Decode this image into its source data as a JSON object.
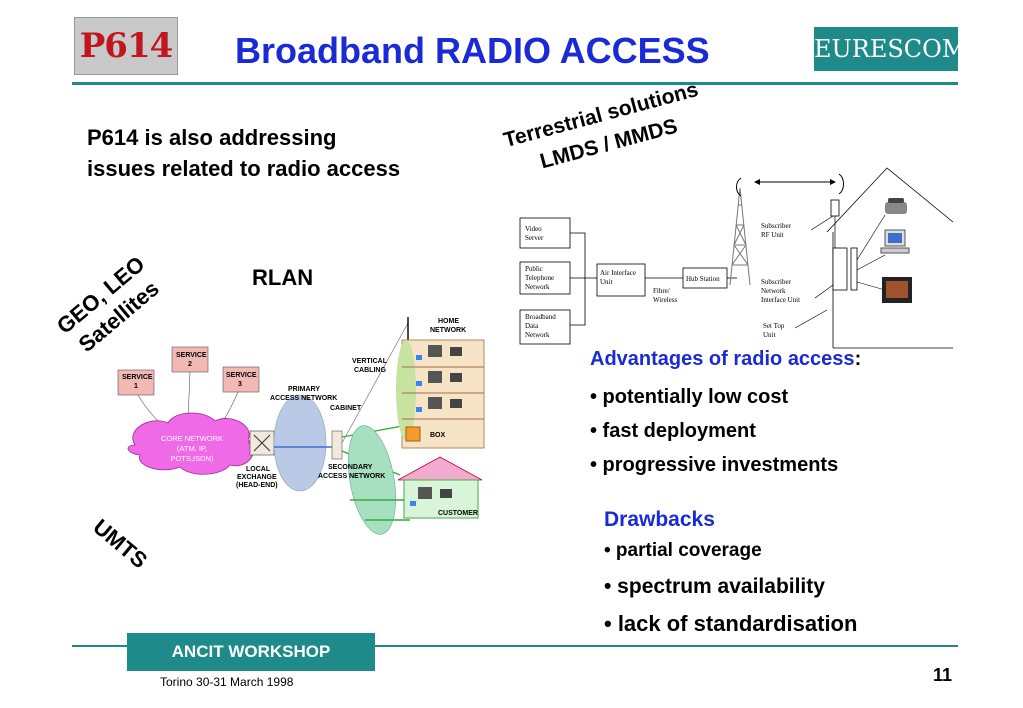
{
  "header": {
    "logo_left": "P614",
    "title": "Broadband RADIO ACCESS",
    "logo_right": "EURESCOM"
  },
  "intro_text": "P614 is also addressing issues related to radio access",
  "terrestrial": {
    "line1": "Terrestrial solutions",
    "line2": "LMDS / MMDS"
  },
  "geo_leo": {
    "line1": "GEO, LEO",
    "line2": "Satellites"
  },
  "rlan": "RLAN",
  "umts": "UMTS",
  "lmds_diagram": {
    "video_server": [
      "Video",
      "Server"
    ],
    "pstn": [
      "Public",
      "Telephone",
      "Network"
    ],
    "broadband": [
      "Broadband",
      "Data",
      "Network"
    ],
    "air_interface": [
      "Air Interface",
      "Unit"
    ],
    "hub_station": "Hub Station",
    "fibre": [
      "Fibre/",
      "Wireless"
    ],
    "subscriber_rf": [
      "Subscriber",
      "RF Unit"
    ],
    "subscriber_network": [
      "Subscriber",
      "Network",
      "Interface Unit"
    ],
    "set_top": [
      "Set Top",
      "Unit"
    ]
  },
  "network_diagram": {
    "service1": [
      "SERVICE",
      "1"
    ],
    "service2": [
      "SERVICE",
      "2"
    ],
    "service3": [
      "SERVICE",
      "3"
    ],
    "core": [
      "CORE NETWORK",
      "(ATM, IP,",
      "POTS,ISDN)"
    ],
    "primary": [
      "PRIMARY",
      "ACCESS NETWORK"
    ],
    "vertical": [
      "VERTICAL",
      "CABLING"
    ],
    "home": [
      "HOME",
      "NETWORK"
    ],
    "cabinet": "CABINET",
    "box": "BOX",
    "local": [
      "LOCAL",
      "EXCHANGE",
      "(HEAD-END)"
    ],
    "secondary": [
      "SECONDARY",
      "ACCESS NETWORK"
    ],
    "customer": "CUSTOMER"
  },
  "advantages": {
    "title": "Advantages of radio access",
    "colon": ":",
    "items": [
      "• potentially low cost",
      "• fast deployment",
      "• progressive investments"
    ]
  },
  "drawbacks": {
    "title": "Drawbacks",
    "items": [
      "• partial coverage",
      "• spectrum availability",
      "• lack of standardisation"
    ]
  },
  "footer": {
    "workshop": "ANCIT WORKSHOP",
    "date": "Torino 30-31 March 1998",
    "page": "11"
  }
}
